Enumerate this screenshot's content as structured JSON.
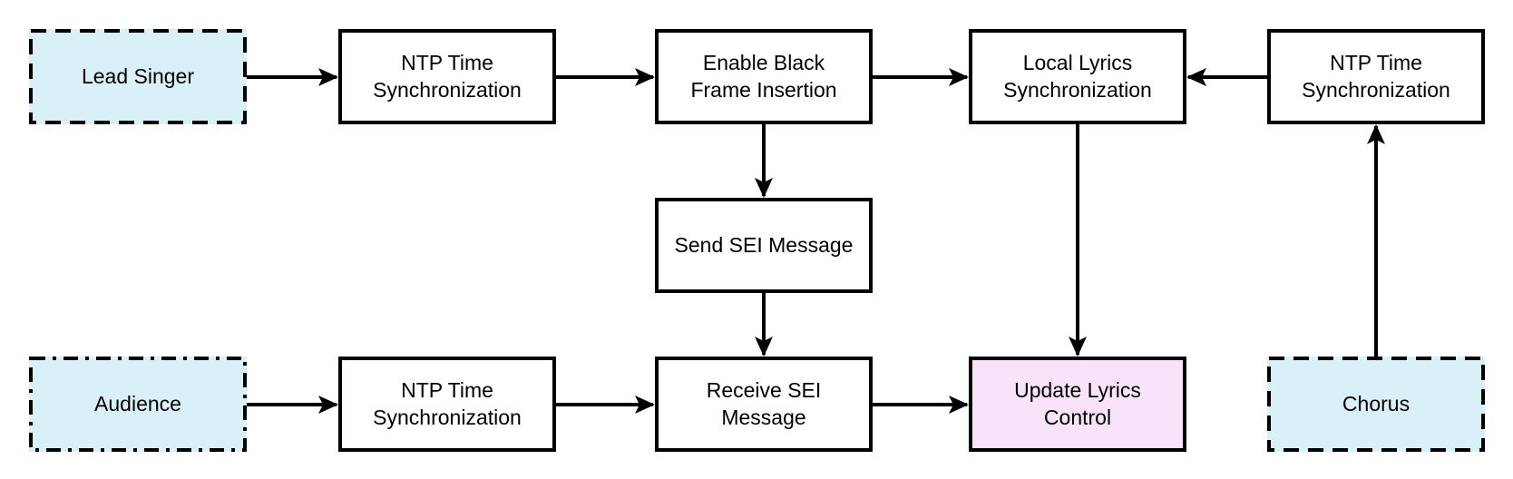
{
  "diagram": {
    "type": "flowchart",
    "colors": {
      "actor_fill": "#D9F0F8",
      "highlight_fill": "#F8E3F9",
      "process_fill": "#FFFFFF",
      "stroke": "#000000"
    },
    "nodes": [
      {
        "id": "lead-singer",
        "label": "Lead Singer",
        "kind": "actor",
        "border": "dashed"
      },
      {
        "id": "ntp-time-sync-top-left",
        "label": "NTP Time Synchronization",
        "kind": "process",
        "border": "solid"
      },
      {
        "id": "enable-black-frame-insertion",
        "label": "Enable Black Frame Insertion",
        "kind": "process",
        "border": "solid"
      },
      {
        "id": "local-lyrics-synchronization",
        "label": "Local Lyrics Synchronization",
        "kind": "process",
        "border": "solid"
      },
      {
        "id": "ntp-time-sync-top-right",
        "label": "NTP Time Synchronization",
        "kind": "process",
        "border": "solid"
      },
      {
        "id": "send-sei-message",
        "label": "Send SEI Message",
        "kind": "process",
        "border": "solid"
      },
      {
        "id": "audience",
        "label": "Audience",
        "kind": "actor",
        "border": "dash-dot"
      },
      {
        "id": "ntp-time-sync-bottom",
        "label": "NTP Time Synchronization",
        "kind": "process",
        "border": "solid"
      },
      {
        "id": "receive-sei-message",
        "label": "Receive SEI Message",
        "kind": "process",
        "border": "solid"
      },
      {
        "id": "update-lyrics-control",
        "label": "Update Lyrics Control",
        "kind": "highlight",
        "border": "solid"
      },
      {
        "id": "chorus",
        "label": "Chorus",
        "kind": "actor",
        "border": "dashed"
      }
    ],
    "edges": [
      {
        "from": "lead-singer",
        "to": "ntp-time-sync-top-left",
        "direction": "right"
      },
      {
        "from": "ntp-time-sync-top-left",
        "to": "enable-black-frame-insertion",
        "direction": "right"
      },
      {
        "from": "enable-black-frame-insertion",
        "to": "local-lyrics-synchronization",
        "direction": "right"
      },
      {
        "from": "ntp-time-sync-top-right",
        "to": "local-lyrics-synchronization",
        "direction": "left"
      },
      {
        "from": "enable-black-frame-insertion",
        "to": "send-sei-message",
        "direction": "down"
      },
      {
        "from": "send-sei-message",
        "to": "receive-sei-message",
        "direction": "down"
      },
      {
        "from": "local-lyrics-synchronization",
        "to": "update-lyrics-control",
        "direction": "down"
      },
      {
        "from": "chorus",
        "to": "ntp-time-sync-top-right",
        "direction": "up"
      },
      {
        "from": "audience",
        "to": "ntp-time-sync-bottom",
        "direction": "right"
      },
      {
        "from": "ntp-time-sync-bottom",
        "to": "receive-sei-message",
        "direction": "right"
      },
      {
        "from": "receive-sei-message",
        "to": "update-lyrics-control",
        "direction": "right"
      }
    ]
  }
}
